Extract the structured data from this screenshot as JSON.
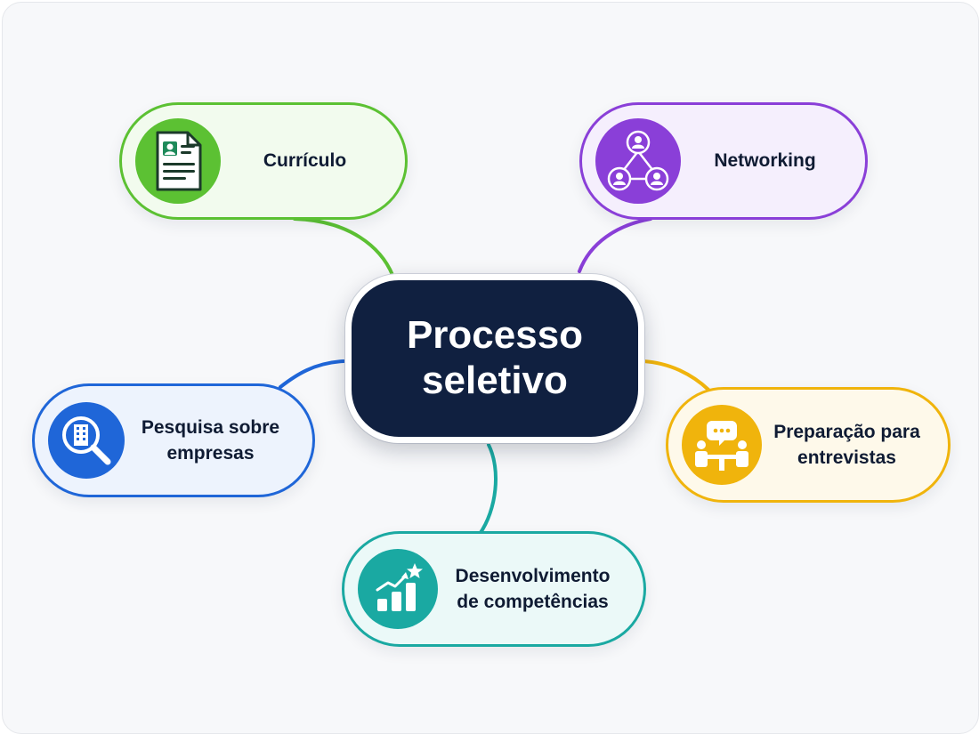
{
  "center": {
    "title": "Processo\nseletivo",
    "color": "#102040"
  },
  "nodes": [
    {
      "id": "curriculo",
      "label": "Currículo",
      "icon": "resume-icon",
      "color": "#5cc133",
      "fill": "#f2fbee"
    },
    {
      "id": "networking",
      "label": "Networking",
      "icon": "network-icon",
      "color": "#8a3fd8",
      "fill": "#f5effd"
    },
    {
      "id": "pesquisa",
      "label": "Pesquisa sobre\nempresas",
      "icon": "building-search-icon",
      "color": "#1f66d8",
      "fill": "#edf3fd"
    },
    {
      "id": "preparacao",
      "label": "Preparação para\nentrevistas",
      "icon": "interview-icon",
      "color": "#f0b40c",
      "fill": "#fef9ea"
    },
    {
      "id": "desenvolvimento",
      "label": "Desenvolvimento\nde competências",
      "icon": "growth-chart-icon",
      "color": "#1aa9a2",
      "fill": "#ebf9f8"
    }
  ]
}
